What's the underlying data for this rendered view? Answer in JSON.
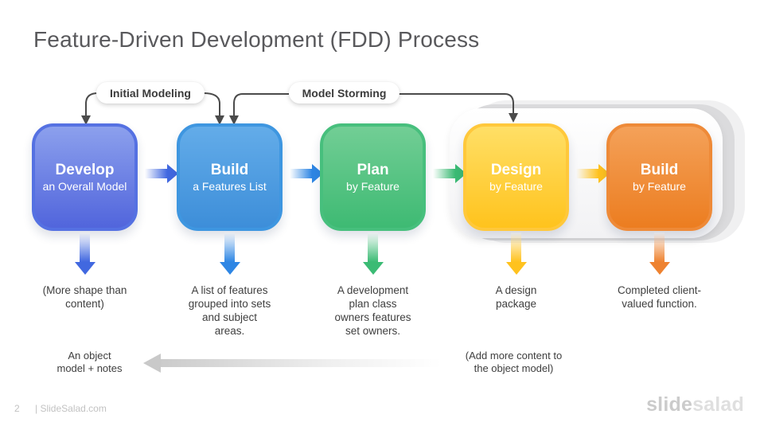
{
  "title": "Feature-Driven Development (FDD) Process",
  "callouts": {
    "initial": "Initial Modeling",
    "storming": "Model Storming"
  },
  "steps": [
    {
      "title": "Develop",
      "subtitle": "an Overall Model",
      "description": "(More shape than\ncontent)",
      "colors": {
        "top": "#8CA0ED",
        "bottom": "#5165DC",
        "border": "#5571E2",
        "arrow": "#4168E0"
      }
    },
    {
      "title": "Build",
      "subtitle": "a Features List",
      "description": "A list of features\ngrouped into sets\nand subject\nareas.",
      "colors": {
        "top": "#63ACE9",
        "bottom": "#3D8ED9",
        "border": "#3E96E0",
        "arrow": "#2E86E4"
      }
    },
    {
      "title": "Plan",
      "subtitle": "by Feature",
      "description": "A development\nplan class\nowners features\nset owners.",
      "colors": {
        "top": "#72CE95",
        "bottom": "#3EBA73",
        "border": "#47BF7D",
        "arrow": "#3BBB74"
      }
    },
    {
      "title": "Design",
      "subtitle": "by Feature",
      "description": "A design\npackage",
      "colors": {
        "top": "#FFDF66",
        "bottom": "#FFC31D",
        "border": "#FFC83B",
        "arrow": "#FFC21E"
      }
    },
    {
      "title": "Build",
      "subtitle": "by Feature",
      "description": "Completed client-\nvalued function.",
      "colors": {
        "top": "#F4A159",
        "bottom": "#EC7D20",
        "border": "#EE8A38",
        "arrow": "#EE8230"
      }
    }
  ],
  "feedback": {
    "left_note": "An object\nmodel + notes",
    "right_note": "(Add more content to\nthe object model)"
  },
  "footer": {
    "page_number": "2",
    "site": "| SlideSalad.com",
    "logo_primary": "slide",
    "logo_secondary": "salad"
  },
  "connector_color": "#4b4b4b"
}
